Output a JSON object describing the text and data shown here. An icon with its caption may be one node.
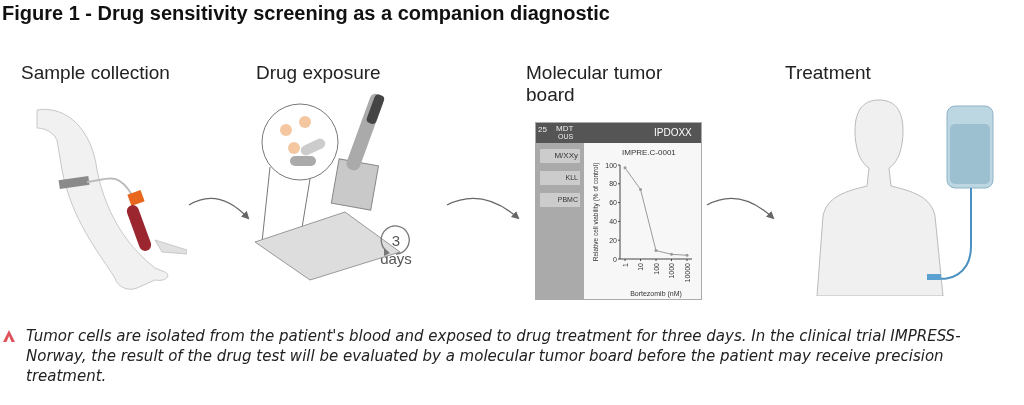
{
  "diagram": {
    "title": "Figure 1 - Drug sensitivity screening as a companion diagnostic",
    "caption": "Tumor cells are isolated from the patient's blood and exposed to drug treatment for three days. In the clinical trial IMPRESS-Norway, the result of the drug test will be evaluated by a molecular tumor board before the patient may receive precision treatment.",
    "nodes": [
      {
        "text": [
          "Sample collection"
        ]
      },
      {
        "text": [
          "Drug exposure",
          "3 days"
        ]
      },
      {
        "text": [
          "Molecular tumor board"
        ]
      },
      {
        "text": [
          "Treatment"
        ]
      }
    ],
    "edges": [
      {
        "from": 0,
        "to": 1,
        "arrow": "to"
      },
      {
        "from": 1,
        "to": 2,
        "arrow": "to"
      },
      {
        "from": 2,
        "to": 3,
        "arrow": "to"
      }
    ],
    "labels": [
      "25",
      "MDT",
      "OUS",
      "IPDOXX",
      "M/XXy",
      "KLL",
      "PBMC"
    ],
    "chart_data": {
      "type": "line",
      "title": "IMPRE.C-0001",
      "xlabel": "Bortezomib (nM)",
      "ylabel": "Relative cell viability (% of control)",
      "categories": [
        "1",
        "10",
        "100",
        "1000",
        "10000"
      ],
      "series": [
        {
          "color": "#9a9a9a",
          "values": [
            97,
            74,
            9,
            5,
            4
          ]
        }
      ],
      "ylim": [
        0,
        100
      ],
      "yticks": [
        0,
        20,
        40,
        60,
        80,
        100
      ]
    }
  }
}
